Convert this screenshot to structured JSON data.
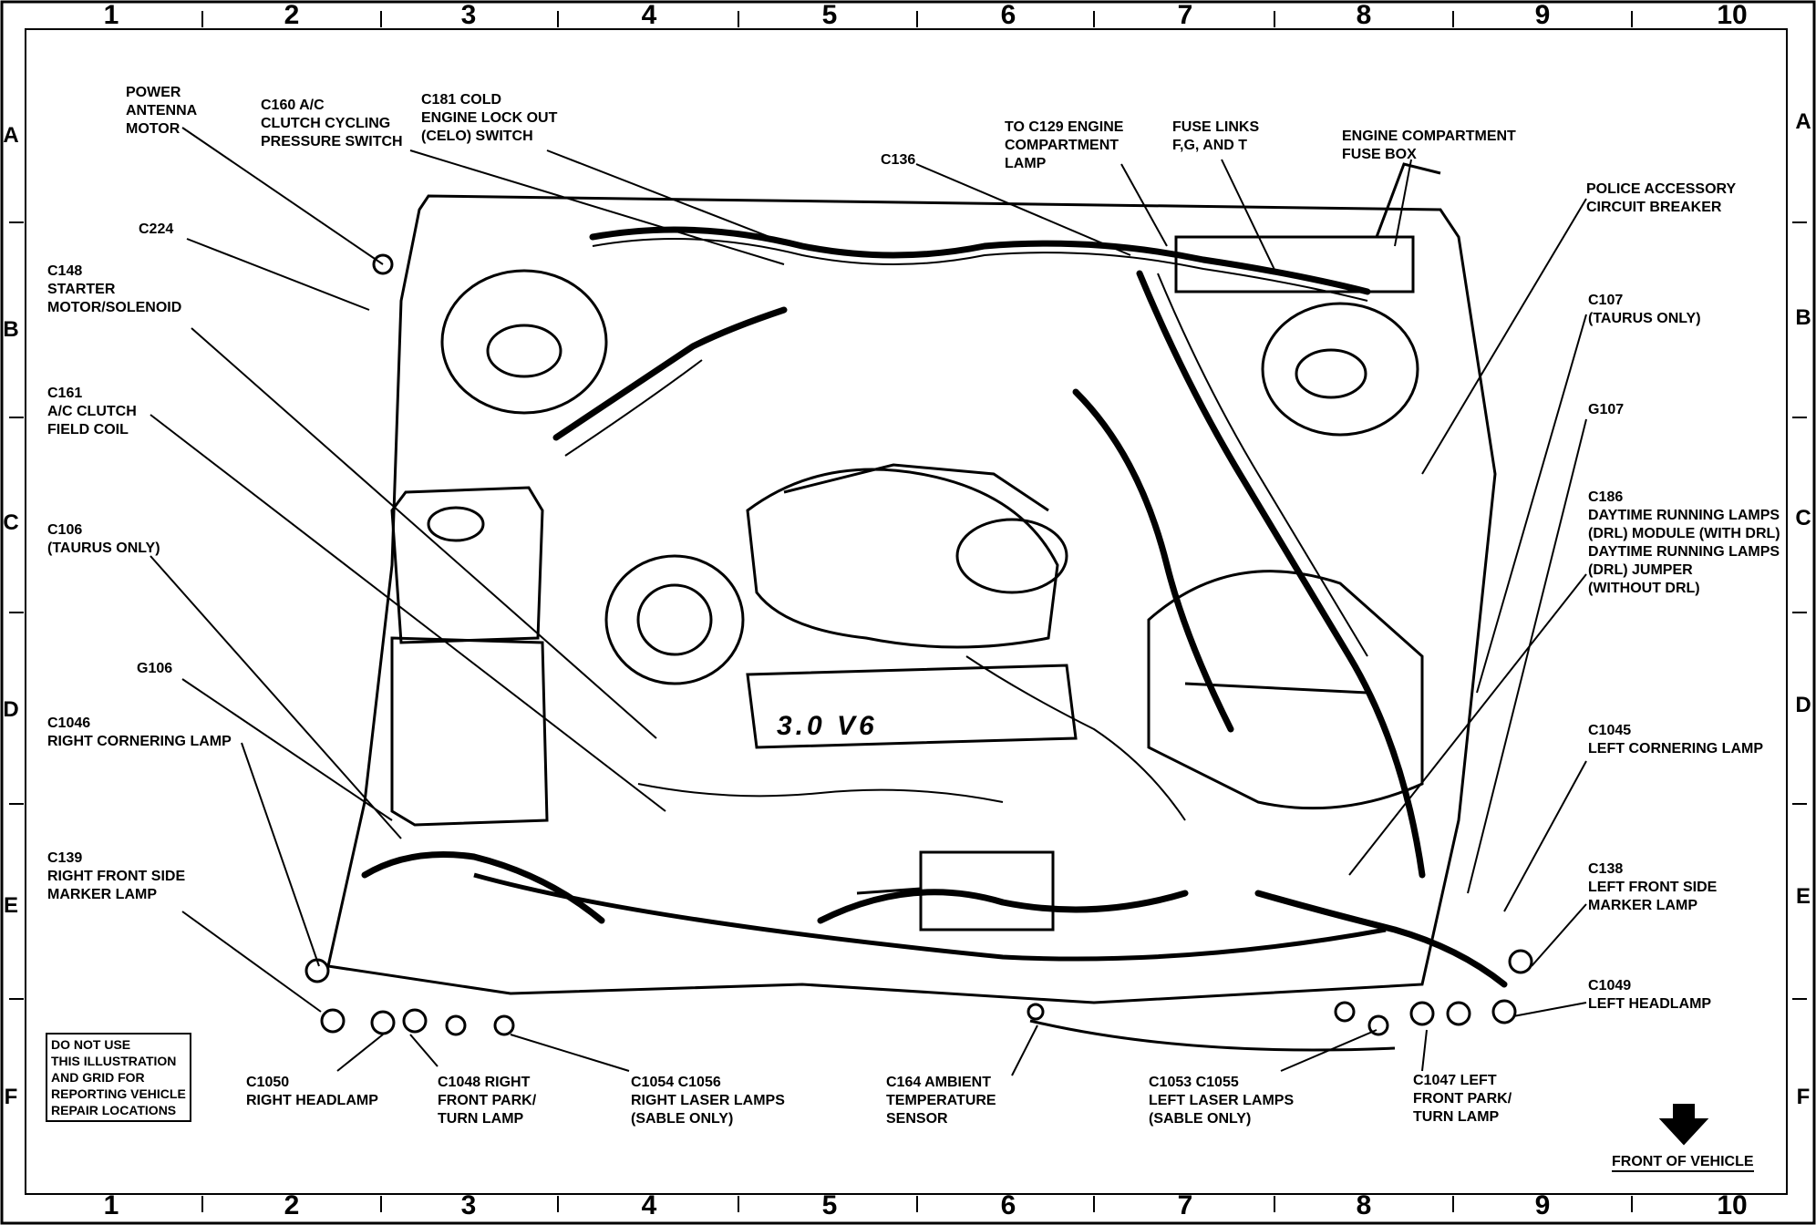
{
  "grid": {
    "columns": [
      "1",
      "2",
      "3",
      "4",
      "5",
      "6",
      "7",
      "8",
      "9",
      "10"
    ],
    "rows": [
      "A",
      "B",
      "C",
      "D",
      "E",
      "F"
    ]
  },
  "labels": {
    "power_antenna": [
      "POWER",
      "ANTENNA",
      "MOTOR"
    ],
    "c160": [
      "C160 A/C",
      "CLUTCH CYCLING",
      "PRESSURE SWITCH"
    ],
    "c181": [
      "C181 COLD",
      "ENGINE LOCK OUT",
      "(CELO) SWITCH"
    ],
    "c136": [
      "C136"
    ],
    "c129": [
      "TO C129 ENGINE",
      "COMPARTMENT",
      "LAMP"
    ],
    "fuse_links": [
      "FUSE LINKS",
      "F,G, AND T"
    ],
    "fuse_box": [
      "ENGINE COMPARTMENT",
      "FUSE BOX"
    ],
    "police": [
      "POLICE ACCESSORY",
      "CIRCUIT BREAKER"
    ],
    "c224": [
      "C224"
    ],
    "c148": [
      "C148",
      "STARTER",
      "MOTOR/SOLENOID"
    ],
    "c161": [
      "C161",
      "A/C CLUTCH",
      "FIELD COIL"
    ],
    "c106": [
      "C106",
      "(TAURUS ONLY)"
    ],
    "g106": [
      "G106"
    ],
    "c1046": [
      "C1046",
      "RIGHT CORNERING LAMP"
    ],
    "c139": [
      "C139",
      "RIGHT FRONT SIDE",
      "MARKER LAMP"
    ],
    "c107": [
      "C107",
      "(TAURUS ONLY)"
    ],
    "g107": [
      "G107"
    ],
    "c186": [
      "C186",
      "DAYTIME RUNNING LAMPS",
      "(DRL) MODULE (WITH DRL)",
      "DAYTIME RUNNING LAMPS",
      "(DRL) JUMPER",
      "(WITHOUT DRL)"
    ],
    "c1045": [
      "C1045",
      "LEFT CORNERING LAMP"
    ],
    "c138": [
      "C138",
      "LEFT FRONT SIDE",
      "MARKER LAMP"
    ],
    "c1049": [
      "C1049",
      "LEFT HEADLAMP"
    ],
    "c1050": [
      "C1050",
      "RIGHT HEADLAMP"
    ],
    "c1048": [
      "C1048 RIGHT",
      "FRONT PARK/",
      "TURN LAMP"
    ],
    "c1054": [
      "C1054  C1056",
      "RIGHT LASER LAMPS",
      "(SABLE ONLY)"
    ],
    "c164": [
      "C164 AMBIENT",
      "TEMPERATURE",
      "SENSOR"
    ],
    "c1053": [
      "C1053  C1055",
      "LEFT LASER LAMPS",
      "(SABLE ONLY)"
    ],
    "c1047": [
      "C1047 LEFT",
      "FRONT PARK/",
      "TURN LAMP"
    ]
  },
  "disclaimer": [
    "DO NOT USE",
    "THIS ILLUSTRATION",
    "AND GRID FOR",
    "REPORTING VEHICLE",
    "REPAIR LOCATIONS"
  ],
  "front_of_vehicle": "FRONT OF VEHICLE",
  "engine_badge": "3.0 V6"
}
